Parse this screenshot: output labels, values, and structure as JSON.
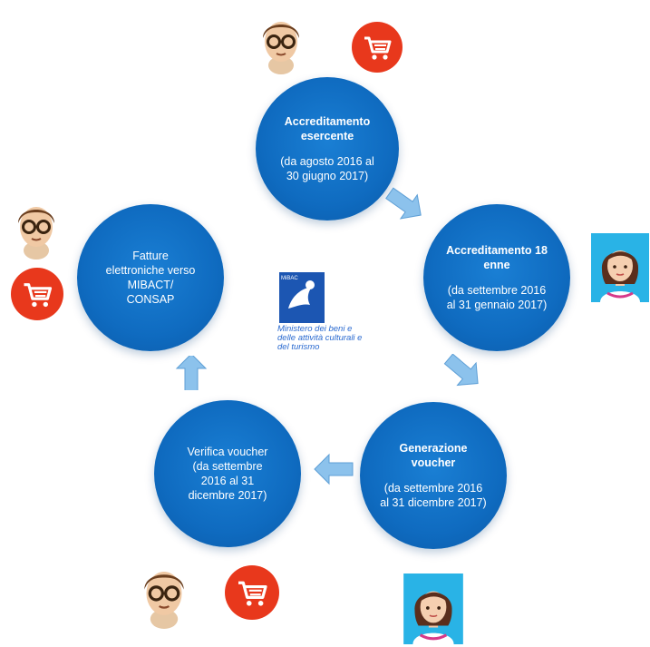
{
  "nodes": {
    "accreditamento_esercente": {
      "title": "Accreditamento esercente",
      "period": "(da agosto 2016 al 30 giugno 2017)"
    },
    "accreditamento_18enne": {
      "title": "Accreditamento 18 enne",
      "period": "(da settembre 2016 al 31 gennaio 2017)"
    },
    "generazione_voucher": {
      "title": "Generazione voucher",
      "period": "(da settembre 2016 al 31 dicembre 2017)"
    },
    "verifica_voucher": {
      "text": "Verifica voucher (da settembre 2016 al 31 dicembre 2017)"
    },
    "fatture_elettroniche": {
      "text": "Fatture elettroniche verso MIBACT/ CONSAP"
    }
  },
  "logo": {
    "abbr": "MiBAC",
    "text": "Ministero dei beni e delle attività culturali e del turismo"
  },
  "icons": {
    "merchant": "merchant-avatar-icon",
    "cart": "shopping-cart-icon",
    "student": "young-woman-avatar-icon"
  },
  "colors": {
    "node_blue": "#0f6bc0",
    "arrow_blue": "#7fb8e6",
    "cart_red": "#e8381c",
    "student_bg": "#29b3e6"
  }
}
